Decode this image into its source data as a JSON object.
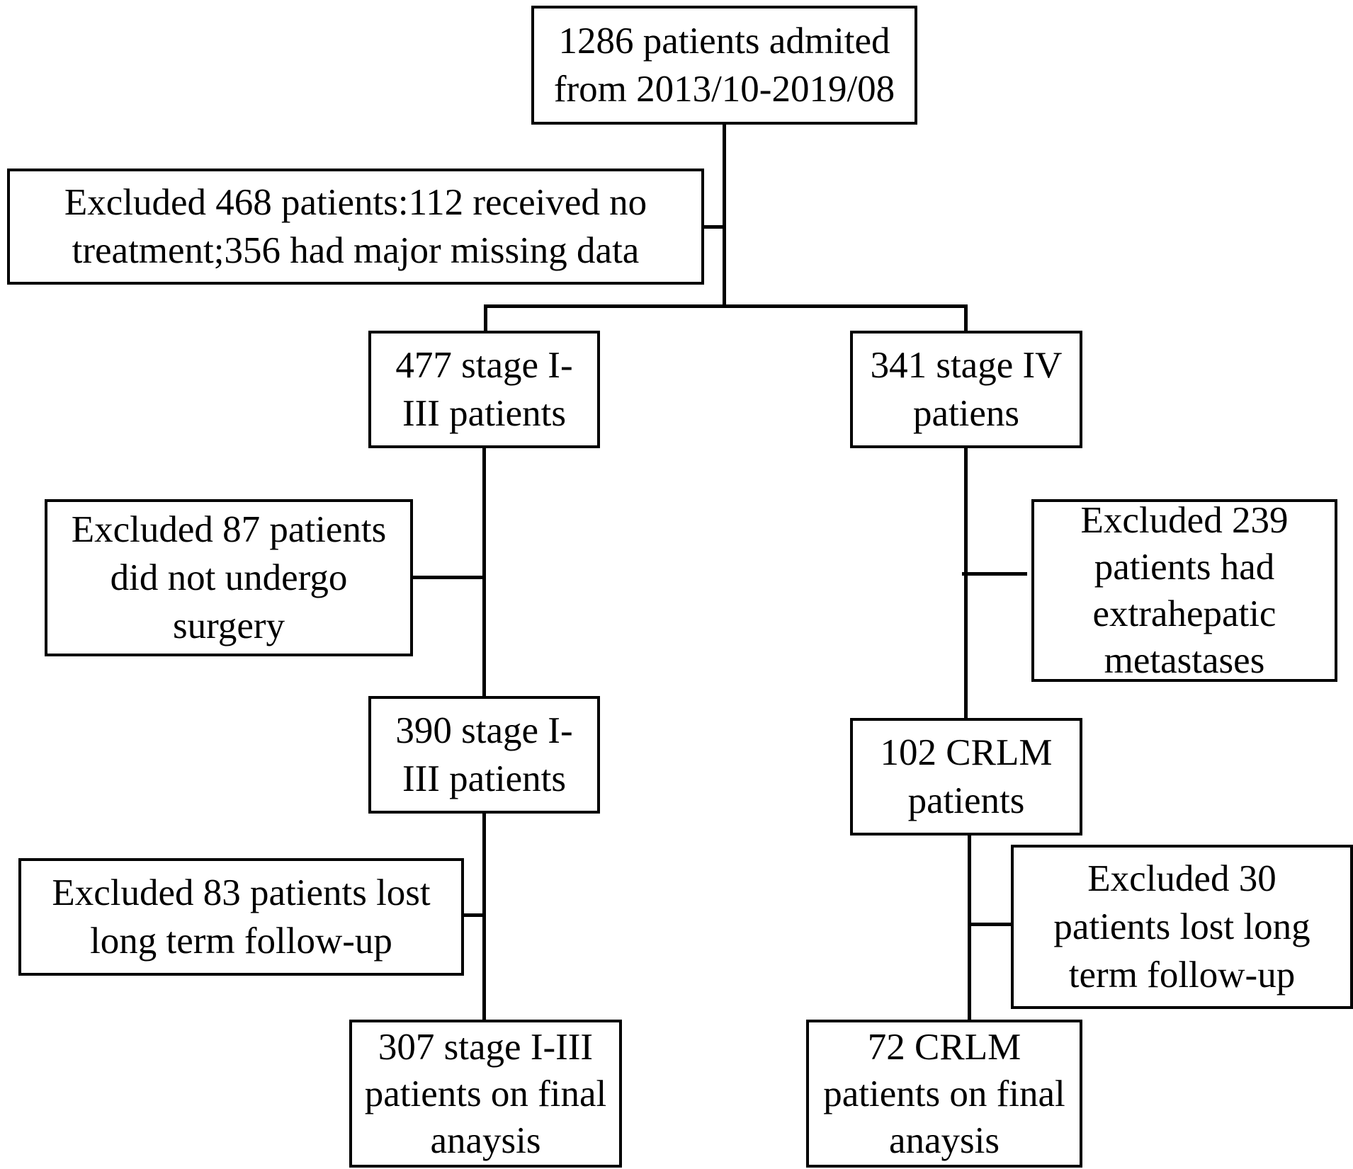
{
  "flowchart": {
    "top": {
      "lines": [
        "1286 patients admited",
        "from 2013/10-2019/08"
      ]
    },
    "exclusion_initial": {
      "lines": [
        "Excluded 468 patients:112 received no",
        "treatment;356 had major missing data"
      ]
    },
    "left_branch": {
      "stage_box_1": {
        "lines": [
          "477 stage I-",
          "III patients"
        ]
      },
      "exclusion_surgery": {
        "lines": [
          "Excluded 87 patients",
          "did not undergo",
          "surgery"
        ]
      },
      "stage_box_2": {
        "lines": [
          "390 stage I-",
          "III patients"
        ]
      },
      "exclusion_followup": {
        "lines": [
          "Excluded 83 patients lost",
          "long term follow-up"
        ]
      },
      "final": {
        "lines": [
          "307 stage I-III",
          "patients on final",
          "anaysis"
        ]
      }
    },
    "right_branch": {
      "stage_box_1": {
        "lines": [
          "341 stage IV",
          "patiens"
        ]
      },
      "exclusion_extrahepatic": {
        "lines": [
          "Excluded 239",
          "patients had",
          "extrahepatic",
          "metastases"
        ]
      },
      "crlm_box": {
        "lines": [
          "102 CRLM",
          "patients"
        ]
      },
      "exclusion_followup": {
        "lines": [
          "Excluded 30",
          "patients lost long",
          "term follow-up"
        ]
      },
      "final": {
        "lines": [
          "72 CRLM",
          "patients on final",
          "anaysis"
        ]
      }
    }
  }
}
